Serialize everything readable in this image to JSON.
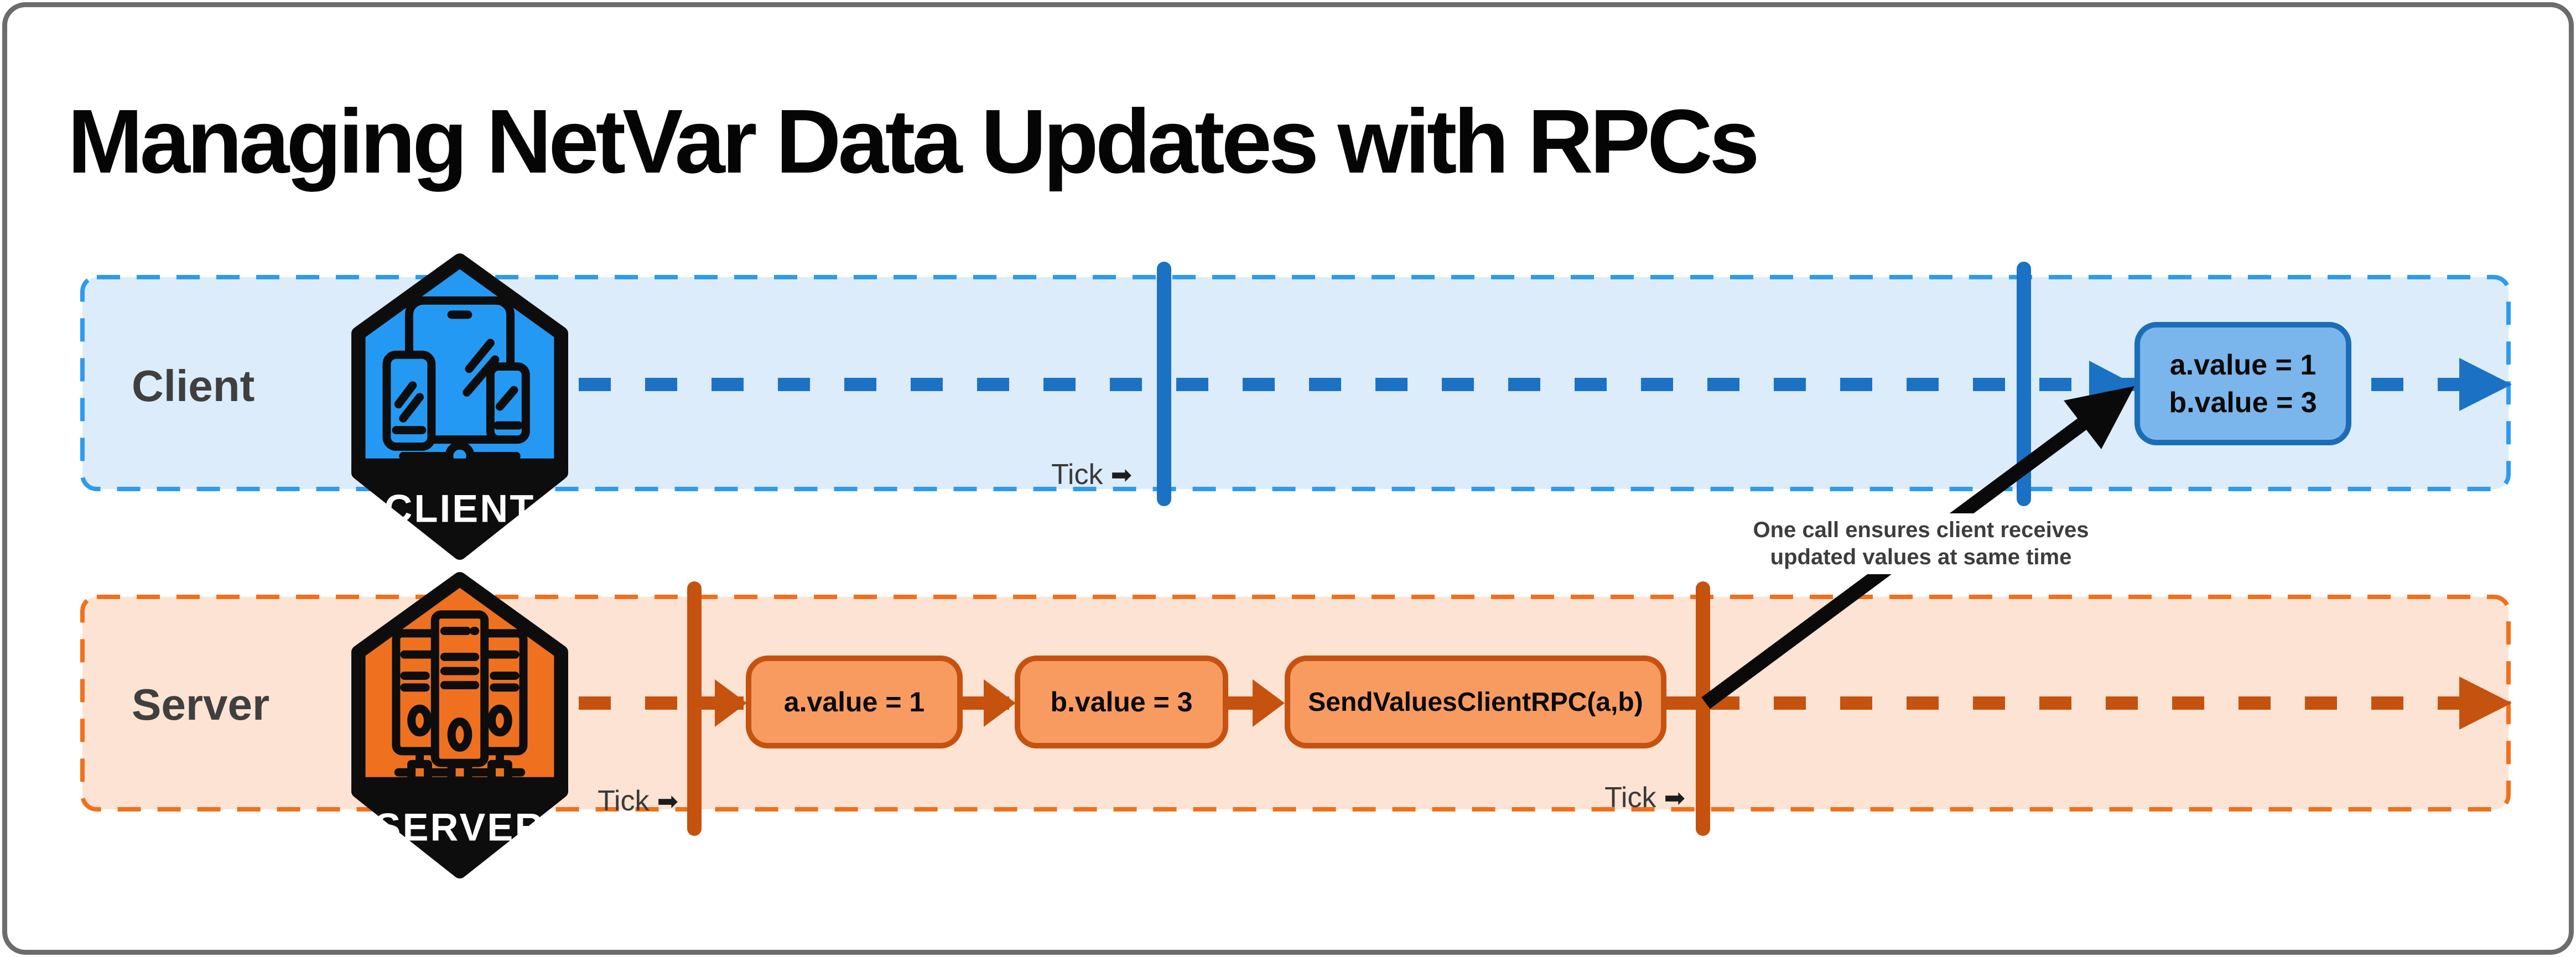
{
  "title": "Managing NetVar Data Updates with RPCs",
  "tick": {
    "label": "Tick",
    "arrow": "➡"
  },
  "annotation": {
    "line1": "One call ensures client receives",
    "line2": "updated values at same time"
  },
  "client": {
    "label": "Client",
    "badge": "CLIENT",
    "result_box": {
      "line1": "a.value = 1",
      "line2": "b.value = 3"
    }
  },
  "server": {
    "label": "Server",
    "badge": "SERVER",
    "steps": [
      "a.value = 1",
      "b.value = 3",
      "SendValuesClientRPC(a,b)"
    ]
  },
  "colors": {
    "client_lane_fill": "#dcecfa",
    "client_lane_border": "#2e9bee",
    "client_dark": "#1b72c4",
    "client_box_fill": "#7ab6ec",
    "client_box_border": "#1b6db6",
    "client_hex_fill": "#2499f4",
    "server_lane_fill": "#fce3d3",
    "server_lane_border": "#f0701c",
    "server_dark": "#c5520e",
    "server_box_fill": "#f89b61",
    "server_hex_fill": "#ef7120",
    "text_gray": "#3e3e3e",
    "arrow_black": "#0a0a0a"
  }
}
